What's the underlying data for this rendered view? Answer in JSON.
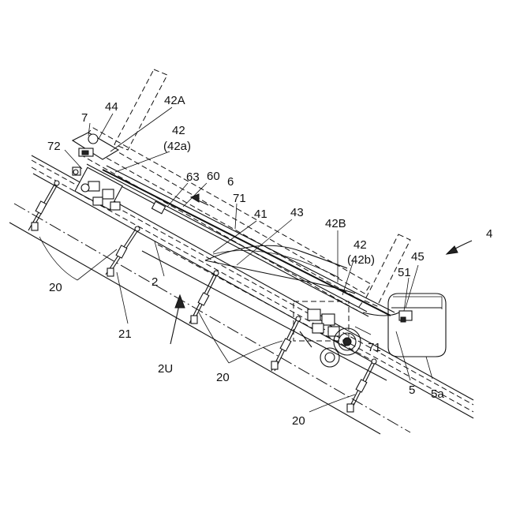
{
  "figure": {
    "labels": {
      "l44": "44",
      "l42A": "42A",
      "l7": "7",
      "l42top": "42",
      "l42a": "(42a)",
      "l72": "72",
      "l63": "63",
      "l60": "60",
      "l6": "6",
      "l71top": "71",
      "l41": "41",
      "l43": "43",
      "l42B": "42B",
      "l42mid": "42",
      "l42b": "(42b)",
      "l4": "4",
      "l45": "45",
      "l51": "51",
      "l20left": "20",
      "l2": "2",
      "l21": "21",
      "l71bottom": "71",
      "l2U": "2U",
      "l20mid": "20",
      "l5": "5",
      "l5a": "5a",
      "l20bottom": "20"
    }
  }
}
